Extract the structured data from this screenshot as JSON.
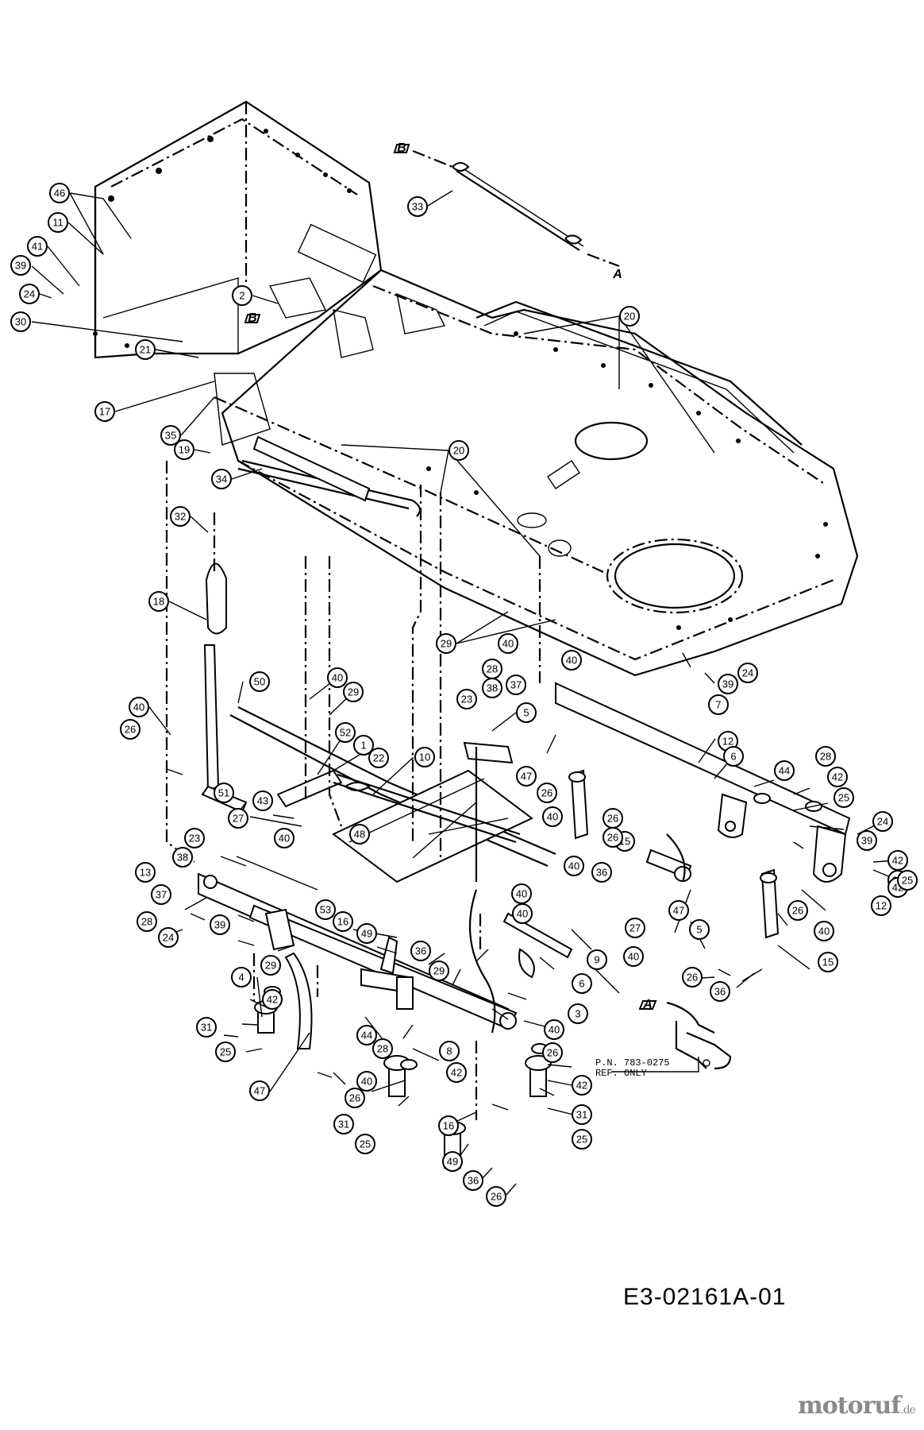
{
  "drawing": {
    "drawing_number": "E3-02161A-01",
    "reference_note_line1": "P.N. 783-0275",
    "reference_note_line2": "REF. ONLY",
    "section_marks": [
      "B",
      "A",
      "B",
      "A"
    ],
    "watermark": {
      "brand": "motoruf",
      "tld": ".de"
    }
  },
  "callouts": [
    "46",
    "11",
    "41",
    "39",
    "24",
    "30",
    "21",
    "17",
    "35",
    "19",
    "2",
    "33",
    "20",
    "20",
    "34",
    "32",
    "18",
    "29",
    "40",
    "38",
    "23",
    "28",
    "37",
    "40",
    "24",
    "39",
    "7",
    "50",
    "40",
    "29",
    "52",
    "1",
    "22",
    "10",
    "40",
    "26",
    "51",
    "27",
    "43",
    "40",
    "48",
    "5",
    "47",
    "26",
    "40",
    "12",
    "6",
    "44",
    "28",
    "42",
    "25",
    "24",
    "39",
    "26",
    "42",
    "15",
    "40",
    "26",
    "25",
    "36",
    "23",
    "38",
    "13",
    "37",
    "28",
    "39",
    "24",
    "53",
    "16",
    "49",
    "40",
    "36",
    "29",
    "29",
    "27",
    "40",
    "9",
    "6",
    "47",
    "5",
    "40",
    "26",
    "12",
    "42",
    "25",
    "40",
    "15",
    "26",
    "36",
    "4",
    "42",
    "31",
    "25",
    "44",
    "28",
    "8",
    "42",
    "3",
    "40",
    "26",
    "40",
    "26",
    "47",
    "31",
    "25",
    "16",
    "49",
    "36",
    "26",
    "42",
    "31",
    "25"
  ]
}
